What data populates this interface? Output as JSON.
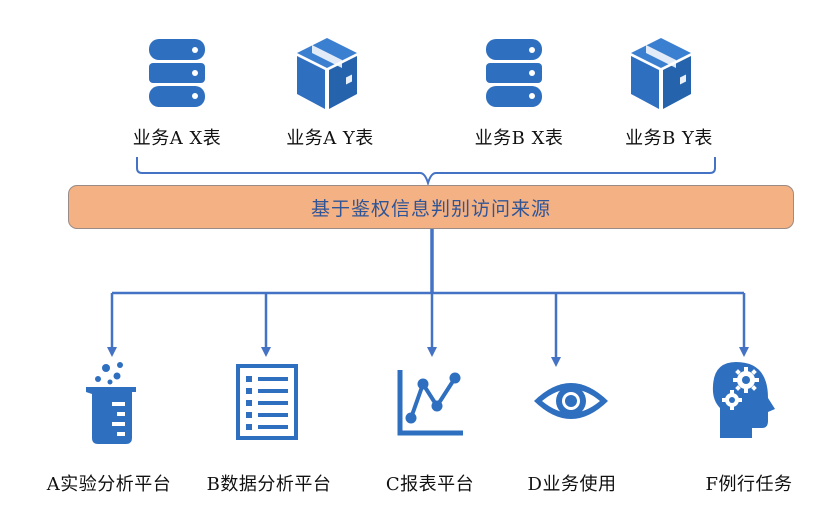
{
  "sources": [
    {
      "label": "业务A X表",
      "icon": "database-icon"
    },
    {
      "label": "业务A Y表",
      "icon": "box-icon"
    },
    {
      "label": "业务B X表",
      "icon": "database-icon"
    },
    {
      "label": "业务B Y表",
      "icon": "box-icon"
    }
  ],
  "hub": {
    "label": "基于鉴权信息判别访问来源"
  },
  "targets": [
    {
      "label": "A实验分析平台",
      "icon": "beaker-icon"
    },
    {
      "label": "B数据分析平台",
      "icon": "checklist-icon"
    },
    {
      "label": "C报表平台",
      "icon": "line-chart-icon"
    },
    {
      "label": "D业务使用",
      "icon": "eye-icon"
    },
    {
      "label": "F例行任务",
      "icon": "head-gears-icon"
    }
  ],
  "colors": {
    "icon": "#2e6fbf",
    "line": "#4472c4",
    "hub_fill": "#f4b183",
    "hub_text": "#2f5597"
  }
}
